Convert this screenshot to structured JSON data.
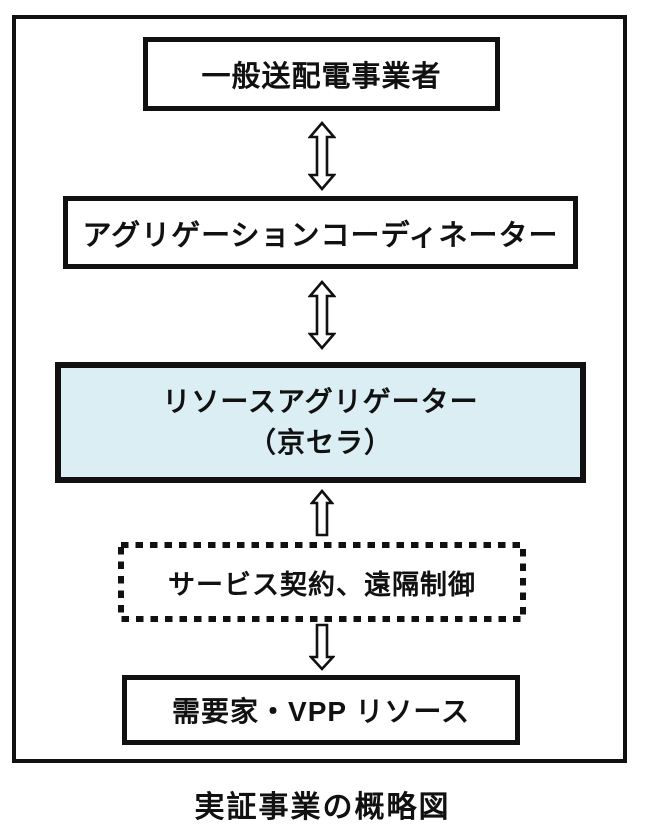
{
  "diagram": {
    "caption": "実証事業の概略図",
    "nodes": {
      "grid_operator": {
        "label": "一般送配電事業者"
      },
      "aggregation_coordinator": {
        "label": "アグリゲーションコーディネーター"
      },
      "resource_aggregator": {
        "label": "リソースアグリゲーター\n（京セラ）"
      },
      "service_contract": {
        "label": "サービス契約、遠隔制御"
      },
      "consumer_vpp": {
        "label": "需要家・VPP リソース"
      }
    },
    "arrows": {
      "grid_to_coordinator": "double-vertical-arrow",
      "coordinator_to_aggregator": "double-vertical-arrow",
      "contract_to_aggregator": "up-arrow",
      "contract_to_consumer": "down-arrow"
    },
    "colors": {
      "border": "#111111",
      "highlight_fill": "#daeef3",
      "background": "#ffffff"
    }
  }
}
